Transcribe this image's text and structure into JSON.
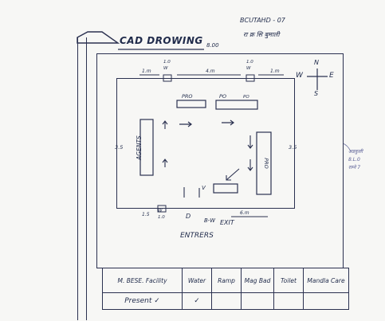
{
  "header": {
    "title": "CAD DROWING",
    "title_suffix": "8.00",
    "code": "BCUTAHD - 07",
    "subtitle_hindi": "रा क्र सि बुमाली"
  },
  "compass": {
    "n": "N",
    "w": "W",
    "e": "E",
    "s": "S"
  },
  "drawing": {
    "top_left_dim": "1.m",
    "top_left_window": "1.0\nW",
    "top_mid_dim": "4.m",
    "top_right_window": "1.0\nW",
    "top_right_dim": "1.m",
    "left_dim": "3.5",
    "right_dim": "3.5",
    "bottom_left_dim": "1.5",
    "bottom_left_window": "W\n1.0",
    "bottom_d": "D",
    "bottom_bw": "B-W",
    "bottom_right_dim": "6.m",
    "box_pro": "PRO",
    "box_po_top": "PO",
    "box_po_small": "PO",
    "agents": "AGENTS",
    "right_box": "PRO",
    "exit_box": "V",
    "exit_label": "EXIT",
    "entry_label": "ENTRERS",
    "side_note": "अडकुली\n8.L.0\nराम्ने 7"
  },
  "table": {
    "headers": [
      "M. BESE. Facility",
      "Water",
      "Ramp",
      "Mag Bad",
      "Toilet",
      "Mandla Care"
    ],
    "row": [
      "Present ✓",
      "✓",
      "",
      "",
      "",
      ""
    ]
  }
}
